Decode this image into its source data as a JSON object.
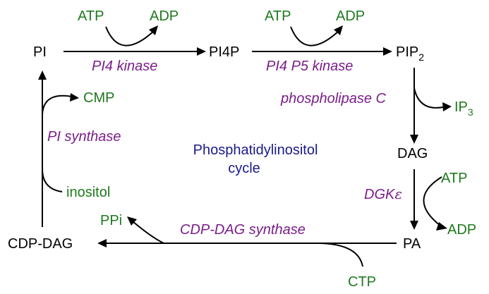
{
  "title": {
    "line1": "Phosphatidylinositol",
    "line2": "cycle"
  },
  "metabolites": {
    "pi": "PI",
    "pi4p": "PI4P",
    "pip2_base": "PIP",
    "pip2_sub": "2",
    "dag": "DAG",
    "pa": "PA",
    "cdp_dag": "CDP-DAG"
  },
  "enzymes": {
    "pi4_kinase": "PI4 kinase",
    "pi4p5_kinase": "PI4 P5 kinase",
    "phospholipase_c": "phospholipase C",
    "dgk_base": "DGK",
    "dgk_greek": "ε",
    "cdp_dag_synthase": "CDP-DAG synthase",
    "pi_synthase": "PI synthase"
  },
  "cofactors": {
    "atp_1": "ATP",
    "adp_1": "ADP",
    "atp_2": "ATP",
    "adp_2": "ADP",
    "ip3_base": "IP",
    "ip3_sub": "3",
    "atp_3": "ATP",
    "adp_3": "ADP",
    "ctp": "CTP",
    "ppi": "PPi",
    "inositol": "inositol",
    "cmp": "CMP"
  },
  "colors": {
    "metabolite": "#000000",
    "cofactor": "#1e7a1e",
    "enzyme": "#7a1d8a",
    "title": "#1a1a8c"
  }
}
